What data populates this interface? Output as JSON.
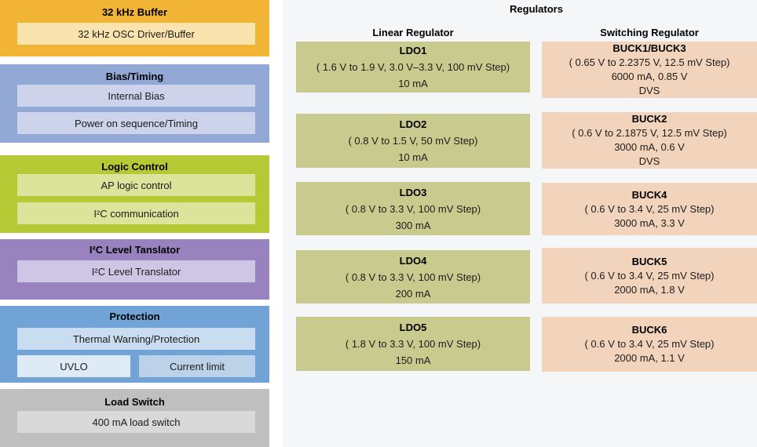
{
  "colors": {
    "page_bg": "#FFFFFF",
    "panel_bg": "#F5F6F8",
    "buffer_block": "#F1B434",
    "buffer_item": "#FBE3AE",
    "bias_block": "#92A9D6",
    "bias_item": "#CDD3EB",
    "logic_block": "#B5C934",
    "logic_item": "#DCE39B",
    "translator_block": "#9883BF",
    "translator_item": "#CFC5E5",
    "protection_block": "#71A3D7",
    "protection_thermal_item": "#C9DCF0",
    "protection_uvlo_item": "#DEEBF7",
    "protection_current_limit_item": "#BCD2E8",
    "load_switch_block": "#BFBFBF",
    "load_switch_item": "#D9D9D9",
    "ldo_box": "#C9CB8E",
    "buck_box": "#F2D4BC"
  },
  "left_column": {
    "buffer_32k": {
      "title": "32 kHz Buffer",
      "item": "32 kHz OSC Driver/Buffer"
    },
    "bias_timing": {
      "title": "Bias/Timing",
      "items": [
        "Internal Bias",
        "Power on sequence/Timing"
      ]
    },
    "logic_control": {
      "title": "Logic Control",
      "items": [
        "AP logic control",
        "I²C communication"
      ]
    },
    "i2c_level_translator": {
      "title": "I²C Level Tanslator",
      "item": "I²C Level Translator"
    },
    "protection": {
      "title": "Protection",
      "thermal": "Thermal Warning/Protection",
      "uvlo": "UVLO",
      "current_limit": "Current limit"
    },
    "load_switch": {
      "title": "Load Switch",
      "item": "400 mA load switch"
    }
  },
  "regulators": {
    "title": "Regulators",
    "linear": {
      "header": "Linear Regulator",
      "blocks": [
        {
          "name": "LDO1",
          "lines": [
            "( 1.6 V to 1.9 V, 3.0 V–3.3 V, 100 mV Step)",
            "10 mA"
          ]
        },
        {
          "name": "LDO2",
          "lines": [
            "( 0.8 V to 1.5 V, 50 mV Step)",
            "10 mA"
          ]
        },
        {
          "name": "LDO3",
          "lines": [
            "( 0.8 V to 3.3 V, 100 mV Step)",
            "300 mA"
          ]
        },
        {
          "name": "LDO4",
          "lines": [
            "( 0.8 V to 3.3 V, 100 mV Step)",
            "200 mA"
          ]
        },
        {
          "name": "LDO5",
          "lines": [
            "( 1.8 V to 3.3 V, 100 mV Step)",
            "150 mA"
          ]
        }
      ]
    },
    "switching": {
      "header": "Switching Regulator",
      "blocks": [
        {
          "name": "BUCK1/BUCK3",
          "lines": [
            "( 0.65 V to 2.2375 V, 12.5 mV Step)",
            "6000 mA, 0.85 V",
            "DVS"
          ]
        },
        {
          "name": "BUCK2",
          "lines": [
            "( 0.6 V to 2.1875 V, 12.5 mV Step)",
            "3000 mA, 0.6 V",
            "DVS"
          ]
        },
        {
          "name": "BUCK4",
          "lines": [
            "( 0.6 V to 3.4 V, 25 mV Step)",
            "3000 mA, 3.3 V"
          ]
        },
        {
          "name": "BUCK5",
          "lines": [
            "( 0.6 V to 3.4 V, 25 mV Step)",
            "2000 mA, 1.8 V"
          ]
        },
        {
          "name": "BUCK6",
          "lines": [
            "( 0.6 V to 3.4 V, 25 mV Step)",
            "2000 mA, 1.1 V"
          ]
        }
      ]
    }
  }
}
